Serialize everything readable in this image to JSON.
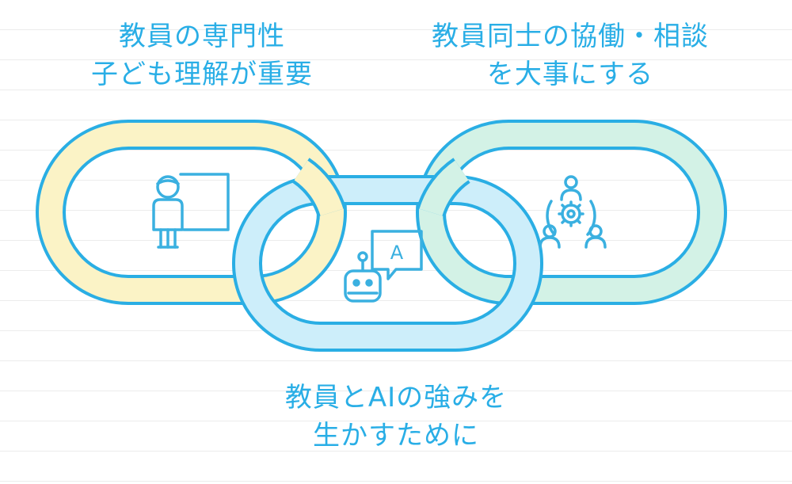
{
  "captions": {
    "left": {
      "line1": "教員の専門性",
      "line2": "子ども理解が重要"
    },
    "right": {
      "line1": "教員同士の協働・相談",
      "line2": "を大事にする"
    },
    "bottom": {
      "line1": "教員とAIの強みを",
      "line2": "生かすために"
    }
  },
  "links": [
    {
      "id": "left",
      "fill": "#fbf3c6",
      "icon": "teacher-at-board-icon"
    },
    {
      "id": "middle",
      "fill": "#cdeefa",
      "icon": "robot-chat-icon",
      "bubble_letter": "A"
    },
    {
      "id": "right",
      "fill": "#d3f2e6",
      "icon": "team-collaboration-icon"
    }
  ],
  "colors": {
    "outline": "#2aaee4",
    "text": "#29aee6",
    "icon": "#3ab0e0"
  }
}
